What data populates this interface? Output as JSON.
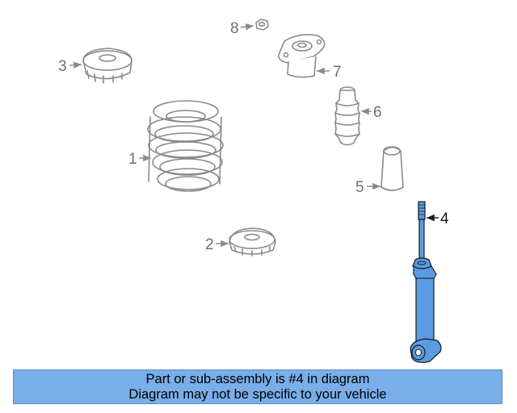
{
  "callouts": {
    "c1": "1",
    "c2": "2",
    "c3": "3",
    "c4": "4",
    "c5": "5",
    "c6": "6",
    "c7": "7",
    "c8": "8"
  },
  "highlight_color": "#5b9be3",
  "banner": {
    "line1": "Part or sub-assembly is #4 in diagram",
    "line2": "Diagram may not be specific to your vehicle",
    "background": "#79aee8"
  }
}
